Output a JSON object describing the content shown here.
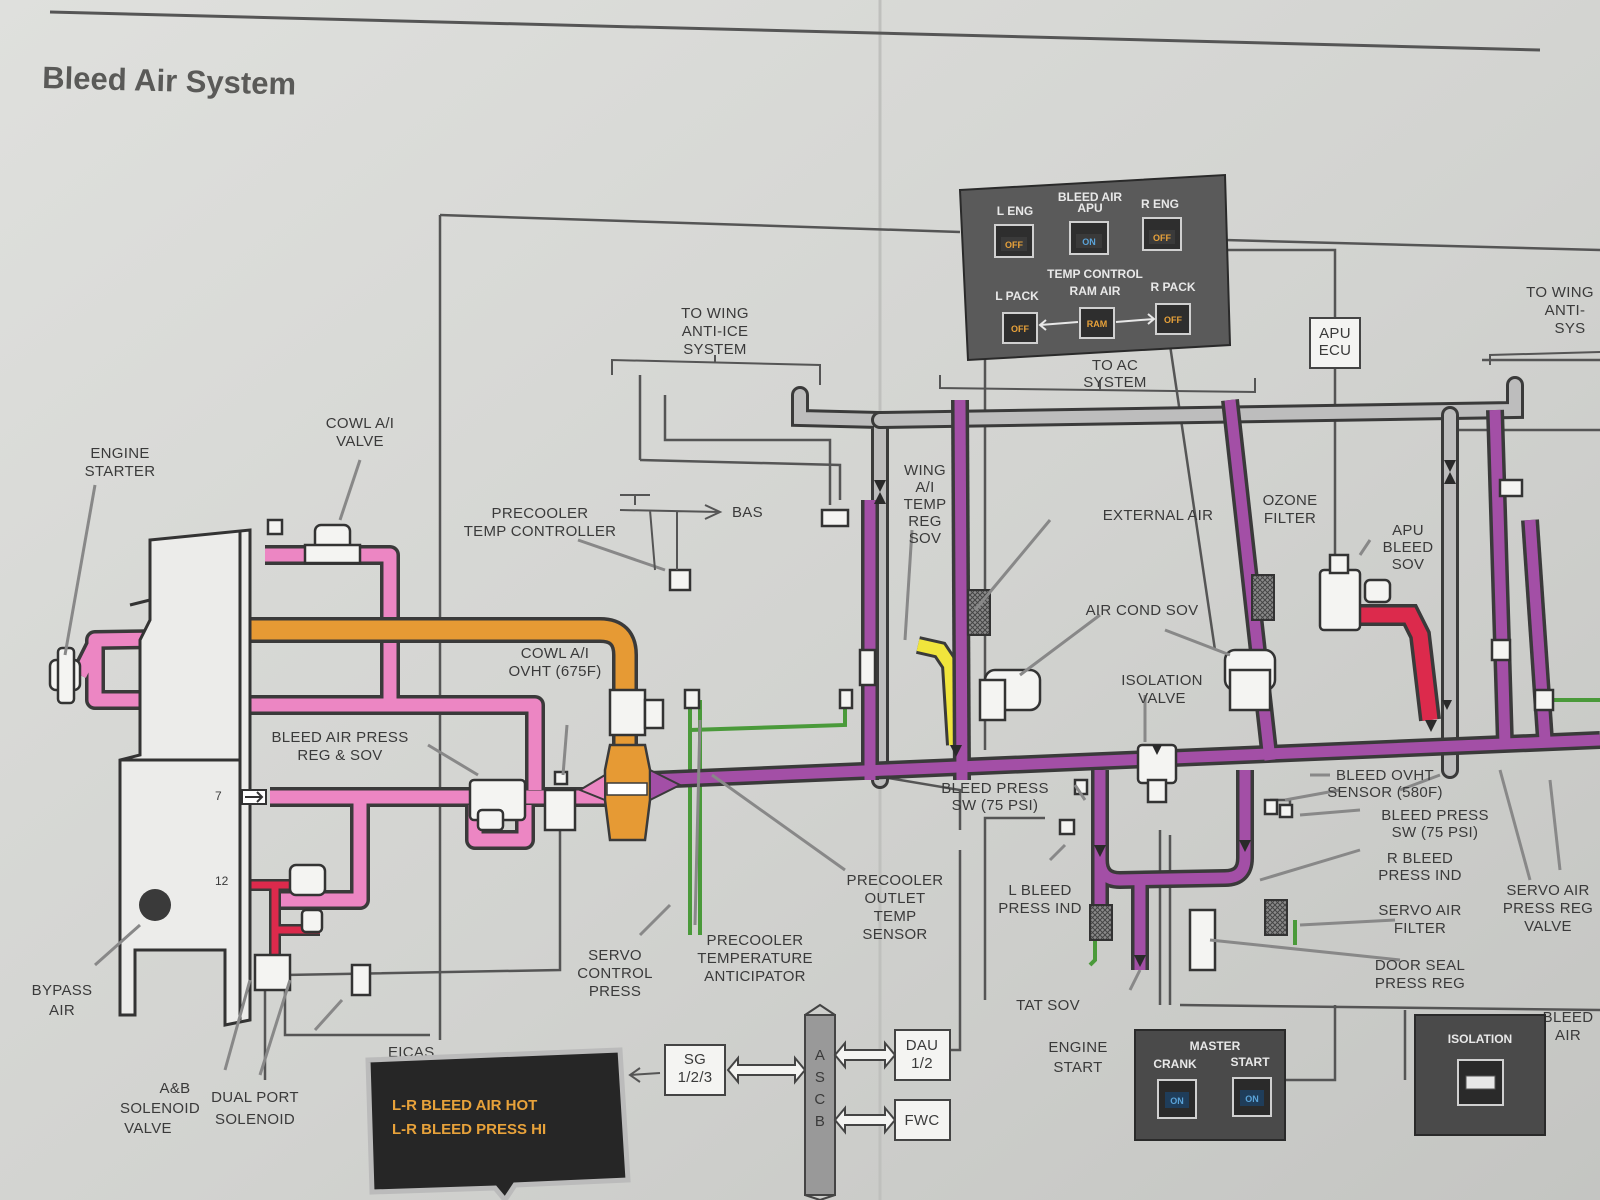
{
  "title": "Bleed Air System",
  "labels": {
    "engine_starter": [
      "ENGINE",
      "STARTER"
    ],
    "cowl_ai_valve": [
      "COWL A/I",
      "VALVE"
    ],
    "to_wing_anti_ice_left": [
      "TO WING",
      "ANTI-ICE",
      "SYSTEM"
    ],
    "bas": "BAS",
    "precooler_temp_controller": [
      "PRECOOLER",
      "TEMP CONTROLLER"
    ],
    "wing_ai_temp_reg_sov": [
      "WING",
      "A/I",
      "TEMP",
      "REG",
      "SOV"
    ],
    "cowl_ai_ovht": [
      "COWL A/I",
      "OVHT (675F)"
    ],
    "bleed_air_press_reg_sov": [
      "BLEED AIR PRESS",
      "REG & SOV"
    ],
    "stage_7": "7",
    "stage_12": "12",
    "bypass_air": [
      "BYPASS",
      "AIR"
    ],
    "ab_solenoid_valve": [
      "A&B",
      "SOLENOID",
      "VALVE"
    ],
    "dual_port_solenoid": [
      "DUAL PORT",
      "SOLENOID"
    ],
    "servo_control_press": [
      "SERVO",
      "CONTROL",
      "PRESS"
    ],
    "precooler_temperature_anticipator": [
      "PRECOOLER",
      "TEMPERATURE",
      "ANTICIPATOR"
    ],
    "precooler_outlet_temp_sensor": [
      "PRECOOLER",
      "OUTLET",
      "TEMP",
      "SENSOR"
    ],
    "external_air": "EXTERNAL AIR",
    "ozone_filter": [
      "OZONE",
      "FILTER"
    ],
    "air_cond_sov": "AIR COND SOV",
    "apu_bleed_sov": [
      "APU",
      "BLEED",
      "SOV"
    ],
    "apu_ecu": [
      "APU",
      "ECU"
    ],
    "isolation_valve": [
      "ISOLATION",
      "VALVE"
    ],
    "to_ac_system": [
      "TO AC",
      "SYSTEM"
    ],
    "bleed_press_sw_left": [
      "BLEED PRESS",
      "SW (75 PSI)"
    ],
    "bleed_ovht_sensor": [
      "BLEED OVHT",
      "SENSOR (580F)"
    ],
    "bleed_press_sw_right": [
      "BLEED PRESS",
      "SW (75 PSI)"
    ],
    "l_bleed_press_ind": [
      "L BLEED",
      "PRESS IND"
    ],
    "r_bleed_press_ind": [
      "R BLEED",
      "PRESS IND"
    ],
    "servo_air_filter": [
      "SERVO AIR",
      "FILTER"
    ],
    "door_seal_press_reg": [
      "DOOR SEAL",
      "PRESS REG"
    ],
    "tat_sov": "TAT SOV",
    "servo_air_press_reg_valve": [
      "SERVO AIR",
      "PRESS REG",
      "VALVE"
    ],
    "to_wing_anti_ice_right": [
      "TO WING",
      "ANTI-",
      "SYS"
    ],
    "engine_start": [
      "ENGINE",
      "START"
    ],
    "bleed_air_right_cut": [
      "BLEED",
      "AIR"
    ]
  },
  "overhead_panel": {
    "bleed_air_header": "BLEED AIR",
    "l_eng": "L ENG",
    "apu": "APU",
    "r_eng": "R ENG",
    "temp_control_header": "TEMP CONTROL",
    "l_pack": "L PACK",
    "ram_air": "RAM AIR",
    "r_pack": "R PACK",
    "l_eng_btn": "OFF",
    "apu_btn": "ON",
    "r_eng_btn": "OFF",
    "l_pack_btn": "OFF",
    "ram_air_btn": "RAM",
    "r_pack_btn": "OFF"
  },
  "eicas": {
    "label": "EICAS",
    "messages": [
      "L-R BLEED AIR HOT",
      "L-R BLEED PRESS HI"
    ]
  },
  "avionics": {
    "sg": [
      "SG",
      "1/2/3"
    ],
    "ascb": [
      "A",
      "S",
      "C",
      "B"
    ],
    "dau": [
      "DAU",
      "1/2"
    ],
    "fwc": "FWC"
  },
  "master_panel": {
    "header": "MASTER",
    "crank": "CRANK",
    "start": "START",
    "crank_btn": "ON",
    "start_btn": "ON"
  },
  "isolation_panel": {
    "label": "ISOLATION"
  },
  "colors": {
    "bleed_manifold": "#a34fa6",
    "engine_bleed_pink": "#ec86c3",
    "bypass_orange": "#e69a34",
    "high_stage_red": "#dc2a4c",
    "apu_red": "#dc2a4c",
    "wing_anti_ice_yellow": "#f0e53c",
    "servo_green": "#4a9a3a",
    "duct_gray": "#bdbdbd"
  }
}
